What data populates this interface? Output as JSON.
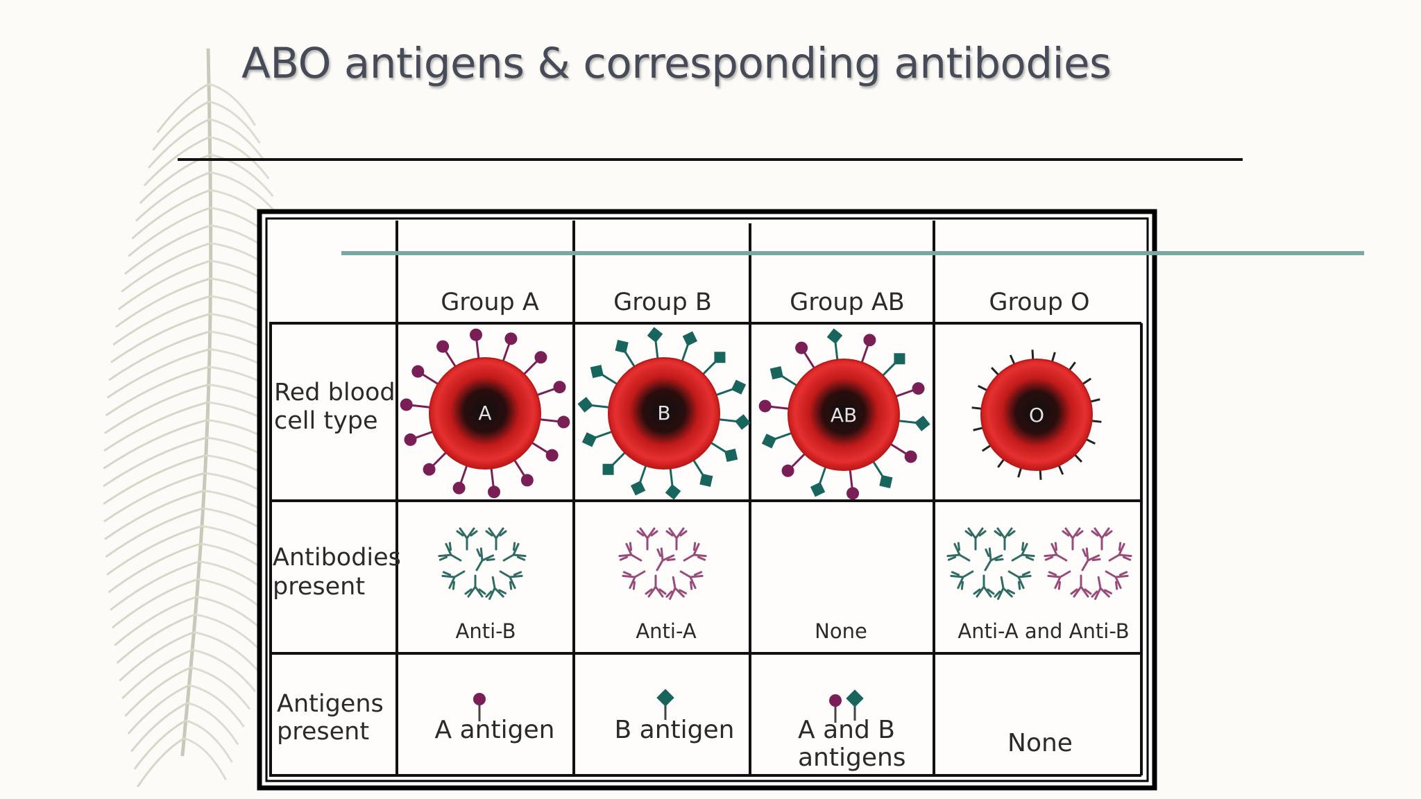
{
  "slide": {
    "title": "ABO antigens & corresponding antibodies",
    "accent_color": "#7aa8a1",
    "feather_decoration": "feather-icon"
  },
  "table": {
    "columns": [
      "Group A",
      "Group B",
      "Group AB",
      "Group O"
    ],
    "rows": {
      "red_blood_cell": {
        "label_line1": "Red blood",
        "label_line2": "cell type",
        "cell_letters": [
          "A",
          "B",
          "AB",
          "O"
        ]
      },
      "antibodies": {
        "label_line1": "Antibodies",
        "label_line2": "present",
        "values": [
          "Anti-B",
          "Anti-A",
          "None",
          "Anti-A and Anti-B"
        ]
      },
      "antigens": {
        "label_line1": "Antigens",
        "label_line2": "present",
        "values": [
          "A antigen",
          "B antigen",
          "A and B",
          "None"
        ],
        "ab_line2": "antigens"
      }
    },
    "colors": {
      "a_antigen": "#7a1f55",
      "b_antigen": "#17655c",
      "cell_red": "#e02525",
      "anti_b": "#2f6b62",
      "anti_a": "#9a4a78"
    }
  }
}
